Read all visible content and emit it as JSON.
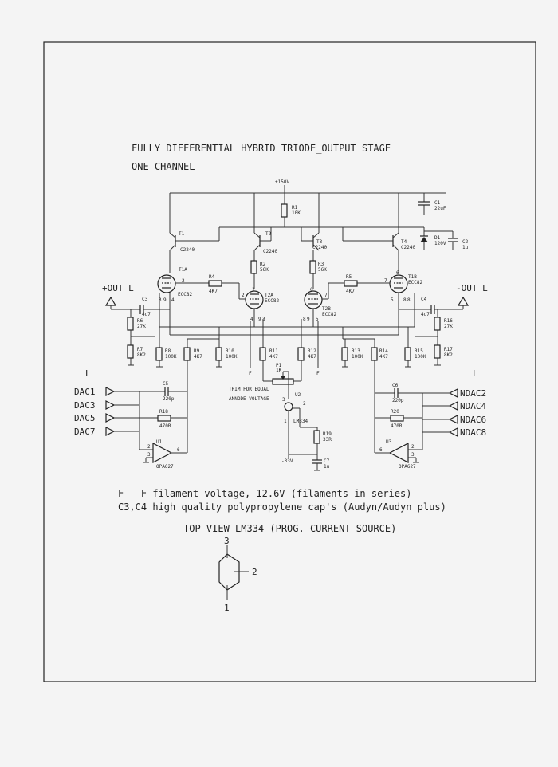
{
  "title": {
    "line1": "FULLY DIFFERENTIAL HYBRID TRIODE_OUTPUT STAGE",
    "line2": "ONE CHANNEL"
  },
  "supply": {
    "pos": "+150V",
    "neg": "-33V"
  },
  "transistors": [
    {
      "ref": "T1",
      "part": "C2240"
    },
    {
      "ref": "T2",
      "part": "C2240"
    },
    {
      "ref": "T3",
      "part": "C2240"
    },
    {
      "ref": "T4",
      "part": "C2240"
    }
  ],
  "tubes": [
    {
      "ref": "T1A",
      "part": "ECC82"
    },
    {
      "ref": "T1B",
      "part": "ECC82"
    },
    {
      "ref": "T2A",
      "part": "ECC82"
    },
    {
      "ref": "T2B",
      "part": "ECC82"
    }
  ],
  "resistors": [
    {
      "ref": "R1",
      "val": "10K"
    },
    {
      "ref": "R2",
      "val": "56K"
    },
    {
      "ref": "R3",
      "val": "56K"
    },
    {
      "ref": "R4",
      "val": "4K7"
    },
    {
      "ref": "R5",
      "val": "4K7"
    },
    {
      "ref": "R6",
      "val": "27K"
    },
    {
      "ref": "R7",
      "val": "8K2"
    },
    {
      "ref": "R8",
      "val": "100K"
    },
    {
      "ref": "R9",
      "val": "4K7"
    },
    {
      "ref": "R10",
      "val": "100K"
    },
    {
      "ref": "R11",
      "val": "4K7"
    },
    {
      "ref": "R12",
      "val": "4K7"
    },
    {
      "ref": "R13",
      "val": "100K"
    },
    {
      "ref": "R14",
      "val": "4K7"
    },
    {
      "ref": "R15",
      "val": "100K"
    },
    {
      "ref": "R16",
      "val": "27K"
    },
    {
      "ref": "R17",
      "val": "8K2"
    },
    {
      "ref": "R18",
      "val": "470R"
    },
    {
      "ref": "R19",
      "val": "33R"
    },
    {
      "ref": "R20",
      "val": "470R"
    }
  ],
  "capacitors": [
    {
      "ref": "C1",
      "val": "22uF"
    },
    {
      "ref": "C2",
      "val": "1u"
    },
    {
      "ref": "C3",
      "val": "4u7"
    },
    {
      "ref": "C4",
      "val": "4u7"
    },
    {
      "ref": "C5",
      "val": "220p"
    },
    {
      "ref": "C6",
      "val": "220p"
    },
    {
      "ref": "C7",
      "val": "1u"
    }
  ],
  "diode": {
    "ref": "D1",
    "val": "120V"
  },
  "pot": {
    "ref": "P1",
    "val": "1K"
  },
  "opamps": [
    {
      "ref": "U1",
      "part": "OPA627"
    },
    {
      "ref": "U3",
      "part": "OPA627"
    }
  ],
  "regulator": {
    "ref": "U2",
    "part": "LM334"
  },
  "trim_note": {
    "line1": "TRIM FOR EQUAL",
    "line2": "ANNODE VOLTAGE"
  },
  "outputs": {
    "pos": "+OUT L",
    "neg": "-OUT L"
  },
  "side_labels": {
    "left": "L",
    "right": "L"
  },
  "inputs_left": [
    "DAC1",
    "DAC3",
    "DAC5",
    "DAC7"
  ],
  "inputs_right": [
    "NDAC2",
    "NDAC4",
    "NDAC6",
    "NDAC8"
  ],
  "notes": {
    "line1": "F - F filament voltage, 12.6V (filaments in series)",
    "line2": "C3,C4 high quality polypropylene cap's (Audyn/Audyn plus)",
    "line3": "TOP VIEW LM334 (PROG. CURRENT SOURCE)"
  },
  "lm334_pins": {
    "top": "3",
    "right": "2",
    "bottom": "1"
  }
}
